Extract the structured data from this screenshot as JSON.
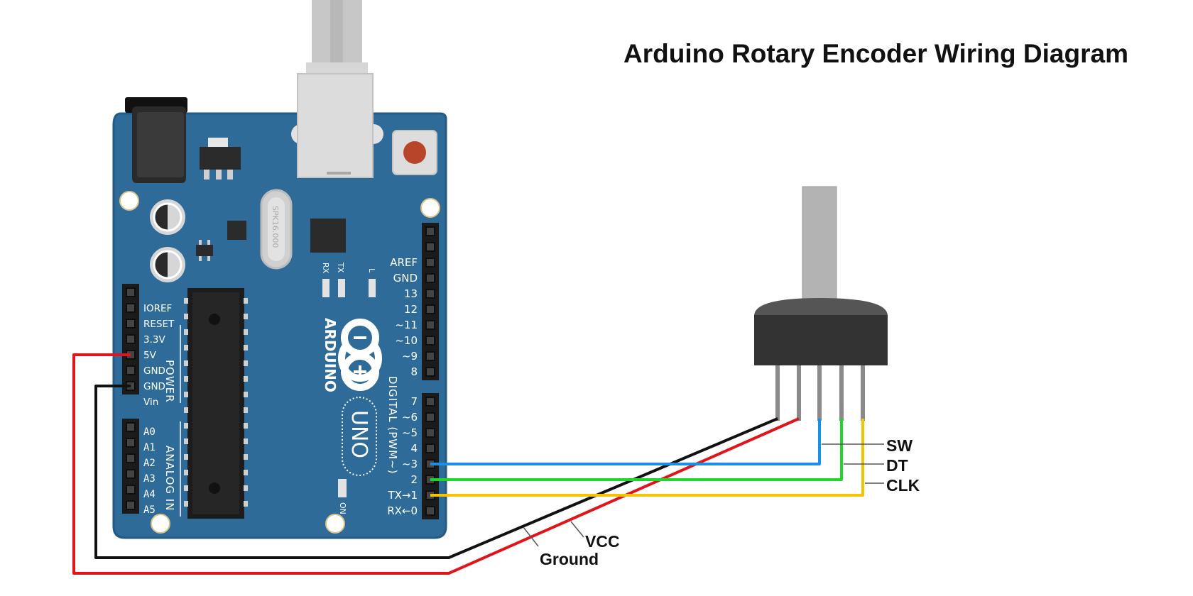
{
  "diagram": {
    "title": "Arduino Rotary Encoder Wiring Diagram",
    "board": {
      "brand": "ARDUINO",
      "model": "UNO",
      "crystal": "SPK16.000",
      "led_labels": [
        "RX",
        "TX",
        "L"
      ],
      "on_label": "ON",
      "power_section_label": "POWER",
      "analog_section_label": "ANALOG IN",
      "digital_section_label": "DIGITAL (PWM~)",
      "power_pins": [
        "IOREF",
        "RESET",
        "3.3V",
        "5V",
        "GND",
        "GND",
        "Vin"
      ],
      "analog_pins": [
        "A0",
        "A1",
        "A2",
        "A3",
        "A4",
        "A5"
      ],
      "digital_upper_pins": [
        "AREF",
        "GND",
        "13",
        "12",
        "~11",
        "~10",
        "~9",
        "8"
      ],
      "digital_lower_pins": [
        "7",
        "~6",
        "~5",
        "4",
        "~3",
        "2",
        "TX→1",
        "RX←0"
      ]
    },
    "encoder_pin_labels": {
      "sw": "SW",
      "dt": "DT",
      "clk": "CLK",
      "vcc": "VCC",
      "ground": "Ground"
    },
    "wires": [
      {
        "from": "5V",
        "to": "VCC",
        "color": "#e0141a"
      },
      {
        "from": "GND",
        "to": "Ground",
        "color": "#111111"
      },
      {
        "from": "~3",
        "to": "SW",
        "color": "#1a8fe8"
      },
      {
        "from": "2",
        "to": "DT",
        "color": "#1fd62a"
      },
      {
        "from": "TX→1",
        "to": "CLK",
        "color": "#f5c400"
      }
    ],
    "colors": {
      "board": "#2e6b99",
      "board_edge": "#245a85",
      "header": "#1b1b1b",
      "encoder_body": "#333333",
      "encoder_top": "#555555",
      "shaft": "#b3b3b3",
      "reset_button": "#b8442a"
    }
  }
}
